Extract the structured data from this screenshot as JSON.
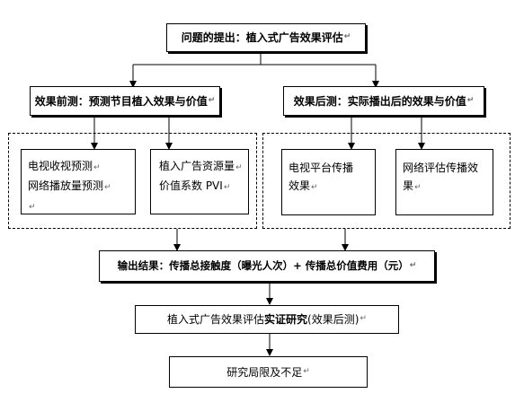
{
  "boxes": {
    "title": "问题的提出：植入式广告效果评估",
    "pre": "效果前测：预测节目植入效果与价值",
    "post": "效果后测：实际播出后的效果与价值",
    "tv_forecast_line1": "电视收视预测",
    "tv_forecast_line2": "网络播放量预测",
    "pvi_line1": "植入广告资源量",
    "pvi_line2": "价值系数 PVI",
    "tv_platform_line1": "电视平台传播",
    "tv_platform_line2": "效果",
    "net_eval_line1": "网络评估传播效",
    "net_eval_line2": "果",
    "output": "输出结果：传播总接触度（曝光人次）+ 传播总价值费用（元）",
    "empirical_prefix": "植入式广告效果评估",
    "empirical_bold": "实证研究",
    "empirical_suffix": "(效果后测)",
    "limits": "研究局限及不足"
  },
  "return_mark": "↵"
}
